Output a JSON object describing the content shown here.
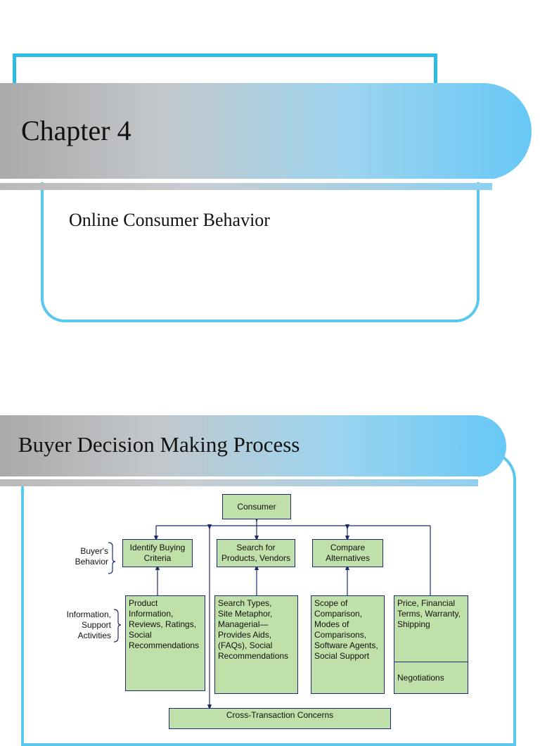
{
  "slide1": {
    "title": "Chapter 4",
    "subtitle": "Online Consumer Behavior"
  },
  "slide2": {
    "title": "Buyer Decision Making Process"
  },
  "diagram": {
    "top_node": "Consumer",
    "side_labels": {
      "behavior": [
        "Buyer's",
        "Behavior"
      ],
      "support": [
        "Information,",
        "Support",
        "Activities"
      ]
    },
    "behavior_nodes": [
      [
        "Identify Buying",
        "Criteria"
      ],
      [
        "Search for",
        "Products, Vendors"
      ],
      [
        "Compare",
        "Alternatives"
      ]
    ],
    "support_nodes": [
      [
        "Product",
        "Information,",
        "Reviews, Ratings,",
        "Social",
        "Recommendations"
      ],
      [
        "Search Types,",
        "Site Metaphor,",
        "Managerial—",
        "Provides Aids,",
        "(FAQs), Social",
        "Recommendations"
      ],
      [
        "Scope of",
        "Comparison,",
        "Modes of",
        "Comparisons,",
        "Software Agents,",
        "Social Support"
      ],
      [
        "Price, Financial",
        "Terms, Warranty,",
        "Shipping"
      ]
    ],
    "negotiations": "Negotiations",
    "bottom_node": "Cross-Transaction Concerns"
  },
  "colors": {
    "accent_border": "#5ac8ee",
    "node_fill": "#bfe0a8",
    "node_border": "#1e2a6e"
  }
}
